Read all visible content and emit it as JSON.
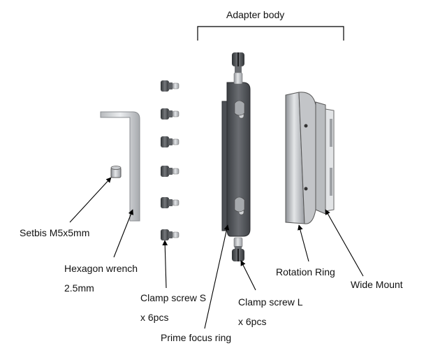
{
  "labels": {
    "adapter_body": "Adapter body",
    "setbis": "Setbis M5x5mm",
    "hex_wrench_1": "Hexagon wrench",
    "hex_wrench_2": "2.5mm",
    "clamp_s_1": "Clamp screw S",
    "clamp_s_2": "x 6pcs",
    "clamp_l_1": "Clamp screw L",
    "clamp_l_2": "x 6pcs",
    "prime_focus_ring": "Prime focus ring",
    "rotation_ring": "Rotation Ring",
    "wide_mount": "Wide Mount"
  },
  "colors": {
    "ring_dark": "#4a4d52",
    "ring_mid": "#6b6e73",
    "metal_light": "#d4d6d9",
    "metal_mid": "#a9acb0",
    "line": "#000000"
  }
}
